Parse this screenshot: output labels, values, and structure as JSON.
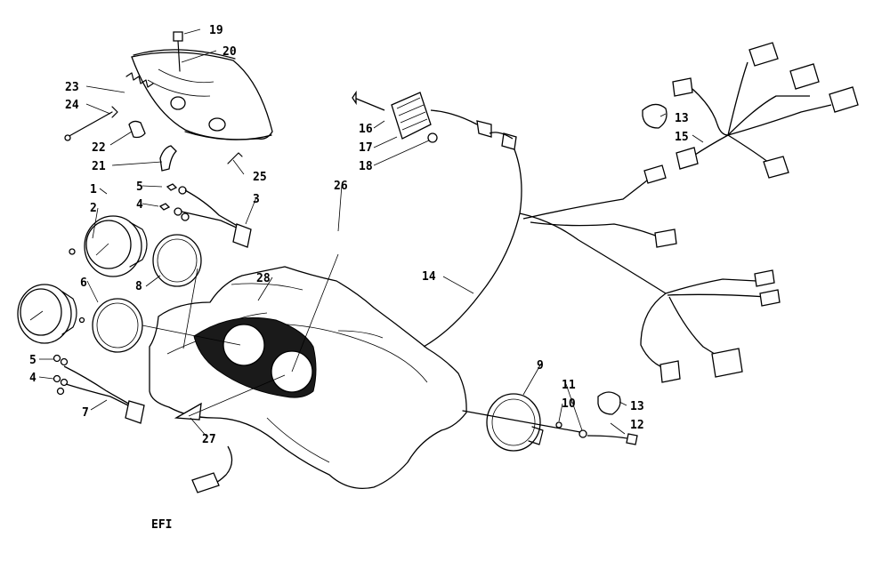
{
  "caption": "EFI",
  "callouts": {
    "c1": "1",
    "c2": "2",
    "c3": "3",
    "c4a": "4",
    "c4b": "4",
    "c5a": "5",
    "c5b": "5",
    "c6": "6",
    "c7": "7",
    "c8": "8",
    "c9": "9",
    "c10": "10",
    "c11": "11",
    "c12": "12",
    "c13a": "13",
    "c13b": "13",
    "c14": "14",
    "c15": "15",
    "c16": "16",
    "c17": "17",
    "c18": "18",
    "c19": "19",
    "c20": "20",
    "c21": "21",
    "c22": "22",
    "c23": "23",
    "c24": "24",
    "c25": "25",
    "c26": "26",
    "c27": "27",
    "c28": "28"
  }
}
